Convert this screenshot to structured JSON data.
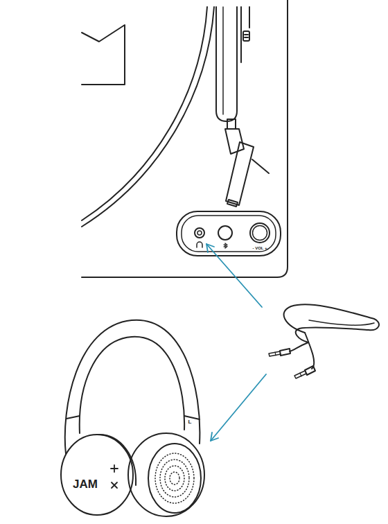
{
  "diagram": {
    "labels": [
      "- VOL +",
      "L",
      "JAM"
    ]
  }
}
